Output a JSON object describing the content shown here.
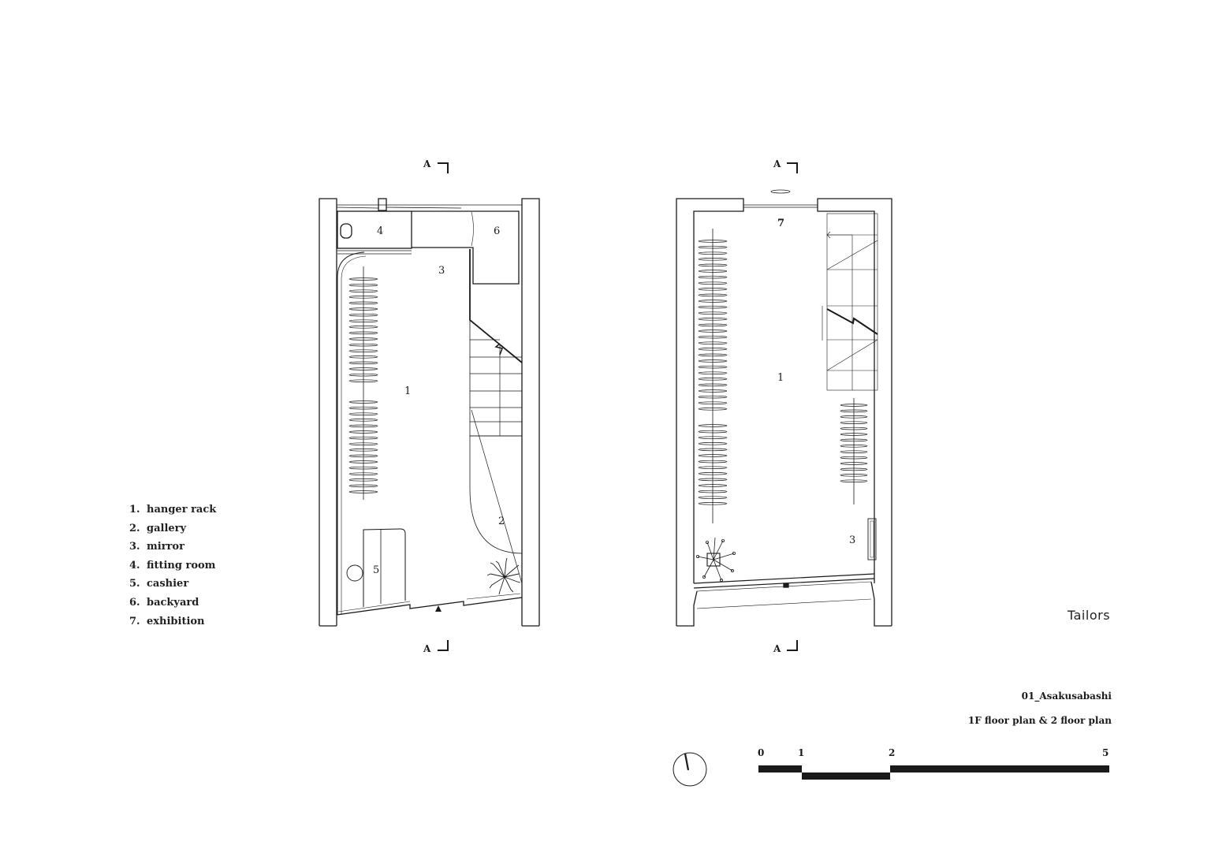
{
  "legend": [
    {
      "num": "1.",
      "label": "hanger rack"
    },
    {
      "num": "2.",
      "label": "gallery"
    },
    {
      "num": "3.",
      "label": "mirror"
    },
    {
      "num": "4.",
      "label": "fitting room"
    },
    {
      "num": "5.",
      "label": "cashier"
    },
    {
      "num": "6.",
      "label": "backyard"
    },
    {
      "num": "7.",
      "label": "exhibition"
    }
  ],
  "brand": "Tailors",
  "project": "01_Asakusabashi",
  "subtitle": "1F floor plan & 2 floor plan",
  "section_marker": "A",
  "plan1_rooms": {
    "r1": "1",
    "r2": "2",
    "r3": "3",
    "r4": "4",
    "r5": "5",
    "r6": "6"
  },
  "plan2_rooms": {
    "r1": "1",
    "r3": "3",
    "r7": "7"
  },
  "scale": {
    "t0": "0",
    "t1": "1",
    "t2": "2",
    "t5": "5"
  },
  "colors": {
    "ink": "#1a1a1a",
    "paper": "#ffffff"
  }
}
